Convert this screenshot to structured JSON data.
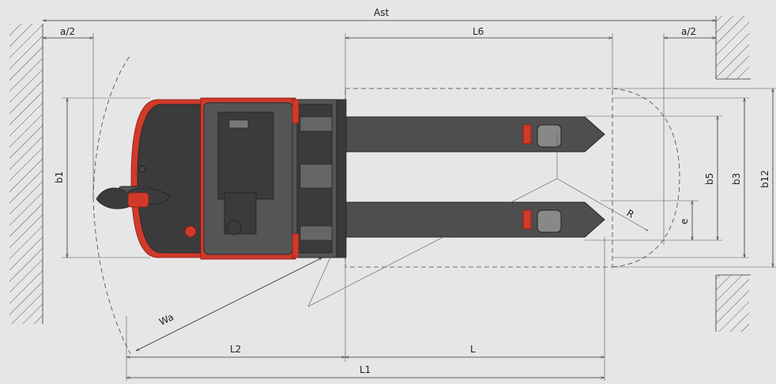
{
  "labels": {
    "ast": "Ast",
    "a2_left": "a/2",
    "a2_right": "a/2",
    "l6": "L6",
    "b1": "b1",
    "b5": "b5",
    "b3": "b3",
    "b12": "b12",
    "e": "e",
    "r": "R",
    "wa": "Wa",
    "l2": "L2",
    "l": "L",
    "l1": "L1"
  },
  "colors": {
    "background": "#e6e6e6",
    "accent_red": "#d03a2a",
    "body_grey": "#555555"
  }
}
